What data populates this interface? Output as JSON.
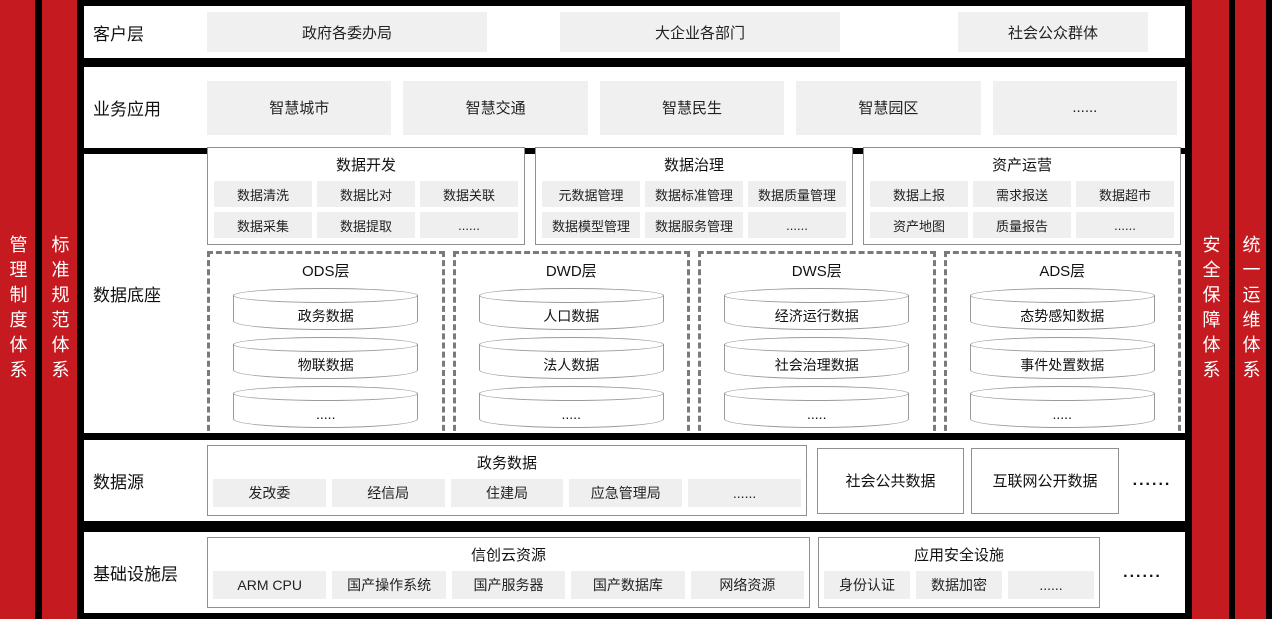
{
  "colors": {
    "accent_red": "#c41a20",
    "chip_bg": "#f0f0f0",
    "border_gray": "#8f8f8f"
  },
  "side_bars": {
    "left": [
      {
        "label": "管理制度体系"
      },
      {
        "label": "标准规范体系"
      }
    ],
    "right": [
      {
        "label": "安全保障体系"
      },
      {
        "label": "统一运维体系"
      }
    ]
  },
  "layers": {
    "customer": {
      "label": "客户层",
      "items": [
        "政府各委办局",
        "大企业各部门",
        "社会公众群体"
      ]
    },
    "business": {
      "label": "业务应用",
      "items": [
        "智慧城市",
        "智慧交通",
        "智慧民生",
        "智慧园区",
        "......"
      ]
    },
    "data_platform": {
      "label": "数据底座",
      "capability_groups": [
        {
          "title": "数据开发",
          "chips": [
            "数据清洗",
            "数据比对",
            "数据关联",
            "数据采集",
            "数据提取",
            "......"
          ]
        },
        {
          "title": "数据治理",
          "chips": [
            "元数据管理",
            "数据标准管理",
            "数据质量管理",
            "数据模型管理",
            "数据服务管理",
            "......"
          ]
        },
        {
          "title": "资产运营",
          "chips": [
            "数据上报",
            "需求报送",
            "数据超市",
            "资产地图",
            "质量报告",
            "......"
          ]
        }
      ],
      "warehouse_layers": [
        {
          "title": "ODS层",
          "cylinders": [
            "政务数据",
            "物联数据",
            "....."
          ]
        },
        {
          "title": "DWD层",
          "cylinders": [
            "人口数据",
            "法人数据",
            "....."
          ]
        },
        {
          "title": "DWS层",
          "cylinders": [
            "经济运行数据",
            "社会治理数据",
            "....."
          ]
        },
        {
          "title": "ADS层",
          "cylinders": [
            "态势感知数据",
            "事件处置数据",
            "....."
          ]
        }
      ]
    },
    "data_source": {
      "label": "数据源",
      "gov_group": {
        "title": "政务数据",
        "chips": [
          "发改委",
          "经信局",
          "住建局",
          "应急管理局",
          "......"
        ]
      },
      "boxes": [
        "社会公共数据",
        "互联网公开数据"
      ],
      "more": "......"
    },
    "infrastructure": {
      "label": "基础设施层",
      "cloud_group": {
        "title": "信创云资源",
        "chips": [
          "ARM CPU",
          "国产操作系统",
          "国产服务器",
          "国产数据库",
          "网络资源"
        ]
      },
      "security_group": {
        "title": "应用安全设施",
        "chips": [
          "身份认证",
          "数据加密",
          "......"
        ]
      },
      "more": "......"
    }
  }
}
